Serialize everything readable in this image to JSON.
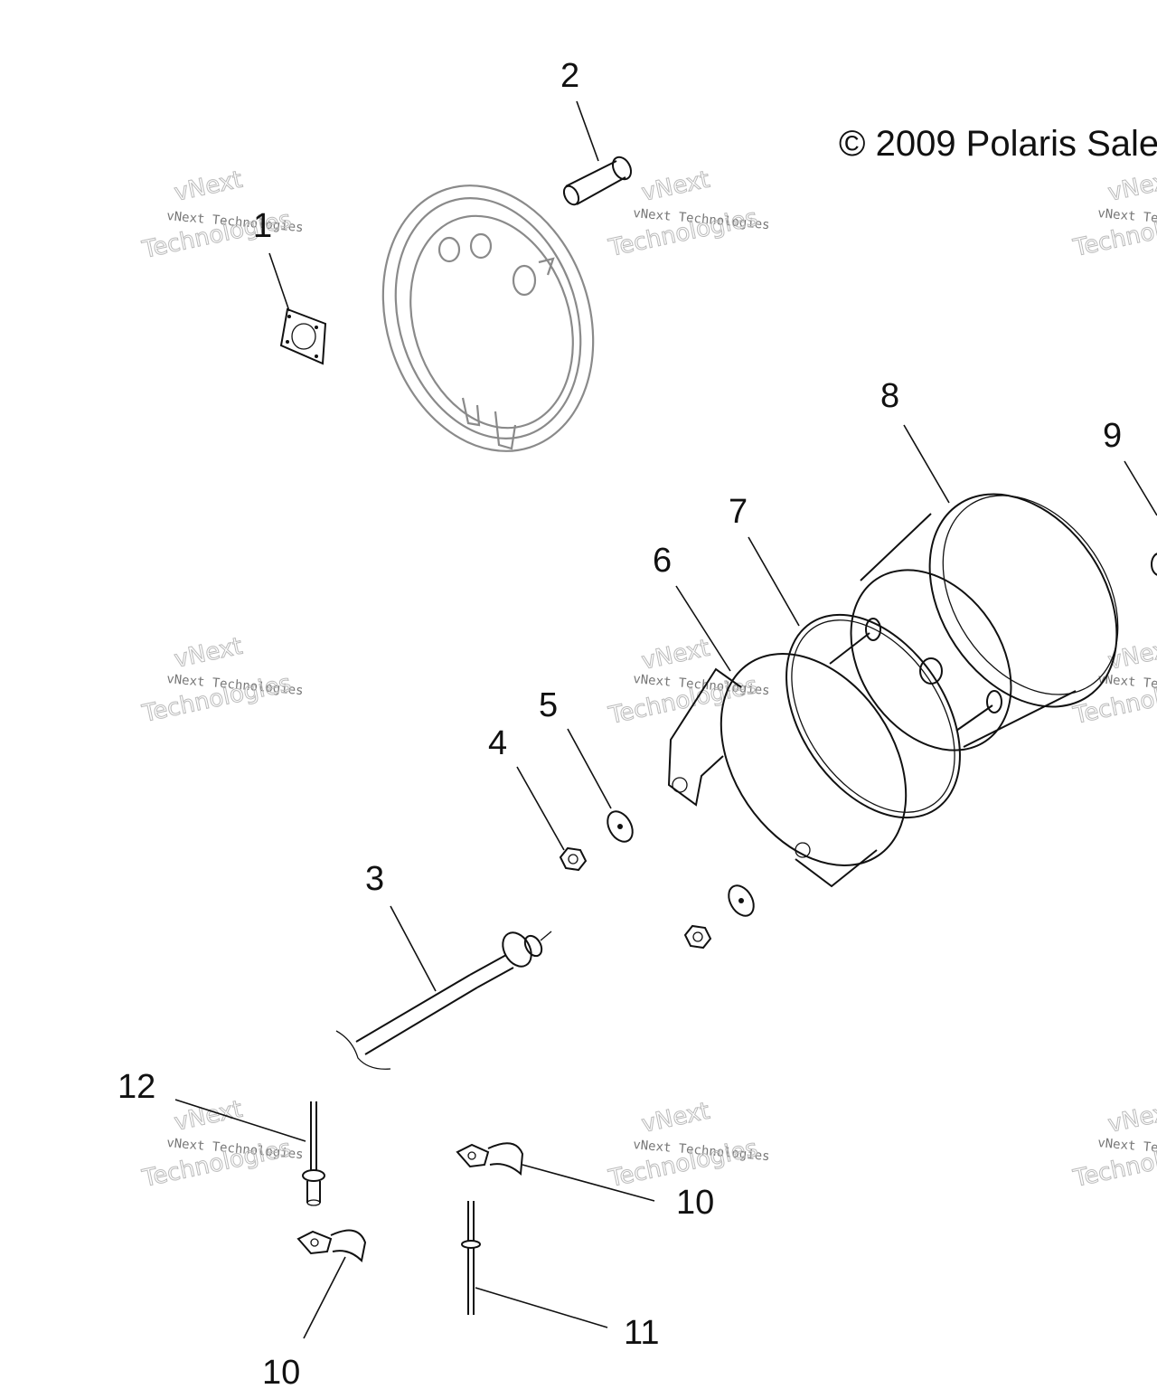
{
  "copyright": "© 2009 Polaris Sale",
  "watermark": {
    "line1": "vNext Technologies",
    "line2": "vNext",
    "line3": "Technologies"
  },
  "callouts": {
    "c1": "1",
    "c2": "2",
    "c3": "3",
    "c4": "4",
    "c5": "5",
    "c6": "6",
    "c7": "7",
    "c8": "8",
    "c9": "9",
    "c10a": "10",
    "c10b": "10",
    "c11": "11",
    "c12": "12"
  }
}
